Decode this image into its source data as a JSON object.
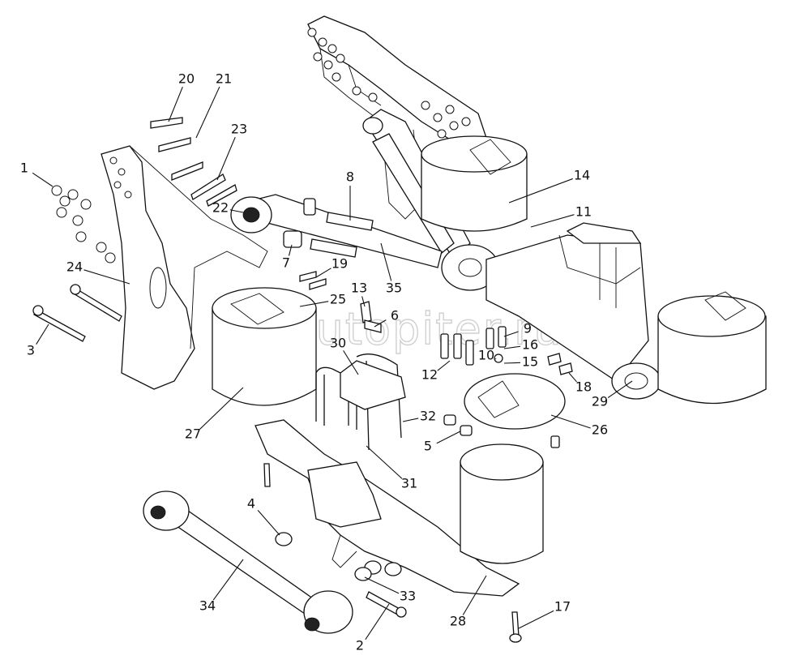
{
  "watermark": "axautopiter.ru",
  "callouts": [
    {
      "id": "1",
      "label": "1"
    },
    {
      "id": "2",
      "label": "2"
    },
    {
      "id": "3",
      "label": "3"
    },
    {
      "id": "4",
      "label": "4"
    },
    {
      "id": "5",
      "label": "5"
    },
    {
      "id": "6",
      "label": "6"
    },
    {
      "id": "7",
      "label": "7"
    },
    {
      "id": "8",
      "label": "8"
    },
    {
      "id": "9",
      "label": "9"
    },
    {
      "id": "10",
      "label": "10"
    },
    {
      "id": "11",
      "label": "11"
    },
    {
      "id": "12",
      "label": "12"
    },
    {
      "id": "13",
      "label": "13"
    },
    {
      "id": "14",
      "label": "14"
    },
    {
      "id": "15",
      "label": "15"
    },
    {
      "id": "16",
      "label": "16"
    },
    {
      "id": "17",
      "label": "17"
    },
    {
      "id": "18",
      "label": "18"
    },
    {
      "id": "19",
      "label": "19"
    },
    {
      "id": "20",
      "label": "20"
    },
    {
      "id": "21",
      "label": "21"
    },
    {
      "id": "22",
      "label": "22"
    },
    {
      "id": "23",
      "label": "23"
    },
    {
      "id": "24",
      "label": "24"
    },
    {
      "id": "25",
      "label": "25"
    },
    {
      "id": "26",
      "label": "26"
    },
    {
      "id": "27",
      "label": "27"
    },
    {
      "id": "28",
      "label": "28"
    },
    {
      "id": "29",
      "label": "29"
    },
    {
      "id": "30",
      "label": "30"
    },
    {
      "id": "31",
      "label": "31"
    },
    {
      "id": "32",
      "label": "32"
    },
    {
      "id": "33",
      "label": "33"
    },
    {
      "id": "34",
      "label": "34"
    },
    {
      "id": "35",
      "label": "35"
    }
  ]
}
